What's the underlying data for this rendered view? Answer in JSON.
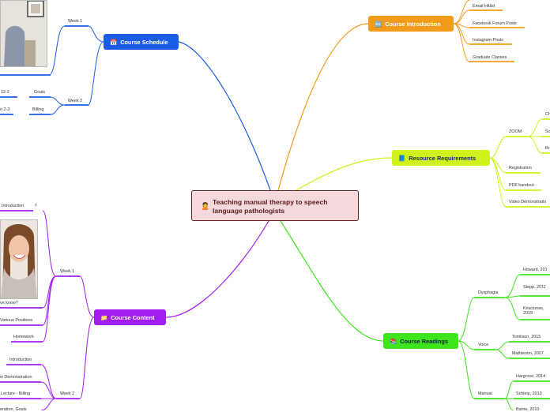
{
  "colors": {
    "schedule": "#1a5ce6",
    "content": "#a21ef0",
    "intro": "#f39b1a",
    "resource": "#cff21c",
    "readings": "#3ee41c"
  },
  "center": {
    "icon": "person-icon",
    "text": "Teaching manual therapy to speech language pathologists"
  },
  "schedule": {
    "icon": "calendar-icon",
    "label": "Course Schedule",
    "week1": "Week 1",
    "week2": "Week 2",
    "week2_items": [
      "Goals",
      "Billing"
    ],
    "partials": [
      "12-2",
      "n 2-3"
    ]
  },
  "content": {
    "icon": "folder-icon",
    "label": "Course Content",
    "week1": "Week 1",
    "week1_items": [
      "Introduction",
      "ve know?",
      "Various Positions",
      "Homework"
    ],
    "week2": "Week 2",
    "week2_items": [
      "Introduction",
      "w Demonstration",
      "Lecture - Billing",
      "eration, Goals"
    ]
  },
  "intro": {
    "icon": "new-badge-icon",
    "label": "Course Introduction",
    "items": [
      "Email Hitlist",
      "Facebook Forum Posts",
      "Instagram Posts",
      "Graduate Classes"
    ]
  },
  "resource": {
    "icon": "book-icon",
    "label": "Resource Requirements",
    "zoom": "ZOOM",
    "zoom_items": [
      "Ch",
      "Sc",
      "Br"
    ],
    "items": [
      "Registration",
      "PDF handout",
      "Video Demonstratio"
    ]
  },
  "readings": {
    "icon": "books-icon",
    "label": "Course Readings",
    "dysphagia": "Dysphagia",
    "dysphagia_items": [
      "Howard, 201",
      "Stepp, 2011",
      "Krisciunas, 2019"
    ],
    "voice": "Voice",
    "voice_items": [
      "Tomlison, 2015",
      "Mathieson, 2007"
    ],
    "manual": "Manual",
    "manual_items": [
      "Hargrove, 2014",
      "Schleip, 2013",
      "Barrie, 2010"
    ]
  }
}
